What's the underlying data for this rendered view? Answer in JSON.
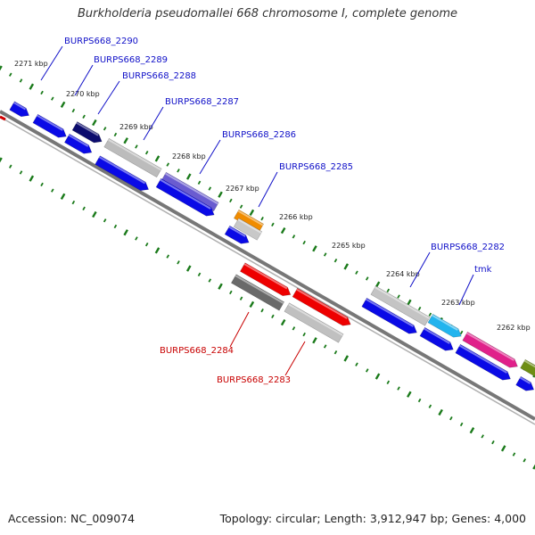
{
  "title": "Burkholderia pseudomallei 668 chromosome I, complete genome",
  "footer": {
    "accession": "Accession: NC_009074",
    "topology": "Topology: circular; Length: 3,912,947 bp; Genes: 4,000"
  },
  "colors": {
    "background": "#ffffff",
    "backbone": "#777777",
    "tick": "#1a7a1a",
    "label_forward": "#1010c8",
    "label_reverse": "#c80000"
  },
  "scale_labels": [
    "2271 kbp",
    "2270 kbp",
    "2269 kbp",
    "2268 kbp",
    "2267 kbp",
    "2266 kbp",
    "2265 kbp",
    "2264 kbp",
    "2263 kbp",
    "2262 kbp"
  ],
  "gene_labels_forward": [
    "BURPS668_2290",
    "BURPS668_2289",
    "BURPS668_2288",
    "BURPS668_2287",
    "BURPS668_2286",
    "BURPS668_2285",
    "BURPS668_2282",
    "tmk"
  ],
  "gene_labels_reverse": [
    "BURPS668_2284",
    "BURPS668_2283"
  ]
}
